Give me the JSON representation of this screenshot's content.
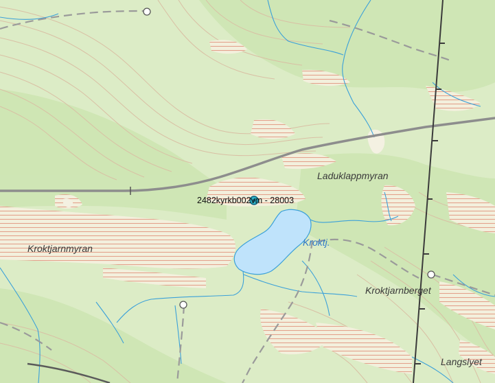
{
  "map": {
    "place_labels": {
      "laduklappmyran": "Laduklappmyran",
      "kroktjarnmyran": "Kroktjarnmyran",
      "kroktj": "Kroktj.",
      "kroktjarnberget": "Kroktjarnberget",
      "langslyet": "Langslyet"
    },
    "feature_label": "2482kyrkb002vm - 28003",
    "colors": {
      "land": "#dcecc6",
      "forest": "#cfe6b3",
      "bog_hatch": "#e7a58f",
      "bog_fill": "#f2eedc",
      "water": "#bfe3fb",
      "stream": "#3aa0d9",
      "contour": "#d7b89d",
      "road": "#858585",
      "railway": "#3b3b3b",
      "track": "#999999",
      "marker": "#2fb4c9"
    },
    "icons": {
      "feature_marker": "water-point-marker-icon",
      "poi": "circle-poi-icon"
    }
  }
}
